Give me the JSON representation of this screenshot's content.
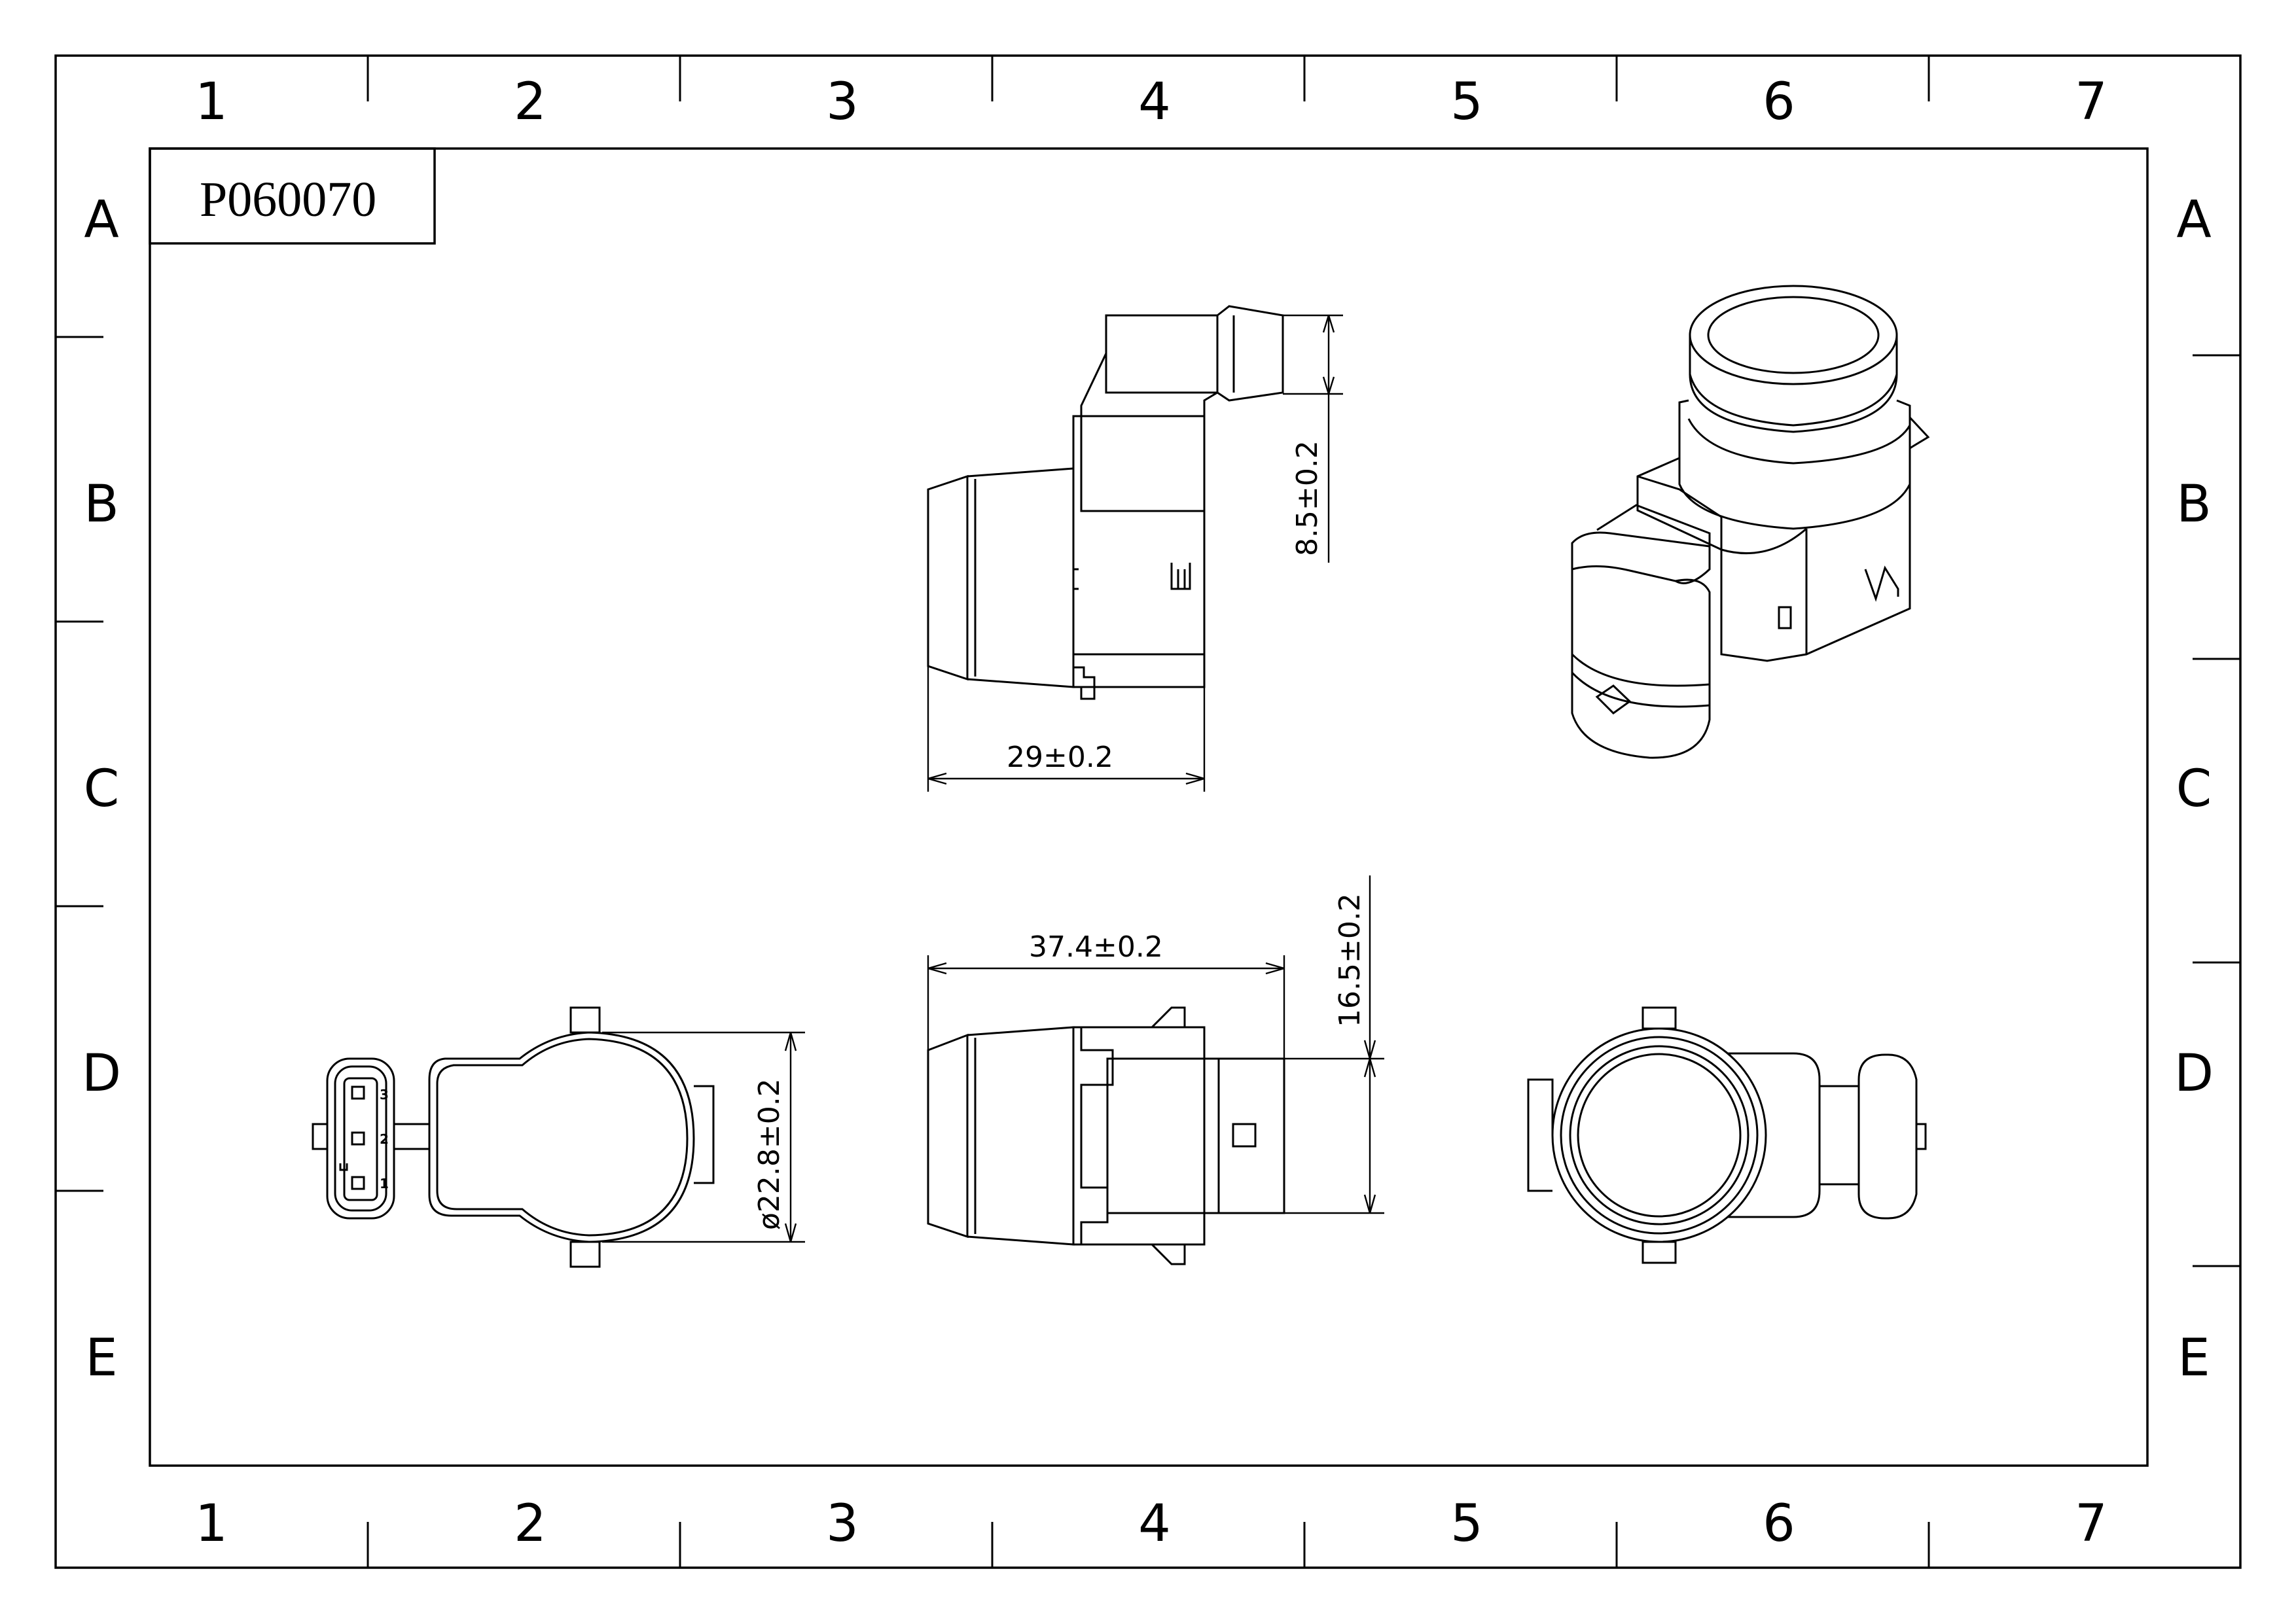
{
  "title_block": {
    "part_number": "P060070"
  },
  "zones": {
    "columns": [
      "1",
      "2",
      "3",
      "4",
      "5",
      "6",
      "7"
    ],
    "rows": [
      "A",
      "B",
      "C",
      "D",
      "E"
    ]
  },
  "dimensions": {
    "top_view_height": "8.5±0.2",
    "top_view_width": "29±0.2",
    "side_view_width": "37.4±0.2",
    "side_view_height": "16.5±0.2",
    "rear_view_diameter": "ø22.8±0.2"
  },
  "connector_pins": [
    "3",
    "2",
    "1"
  ]
}
